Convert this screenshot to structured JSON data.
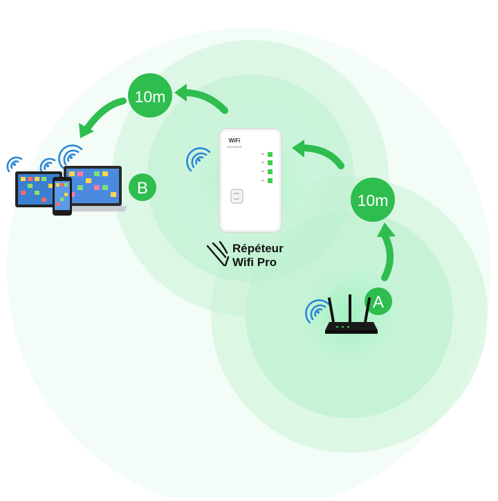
{
  "diagram": {
    "distance_top": "10m",
    "distance_right": "10m",
    "label_a": "A",
    "label_b": "B",
    "brand_line1": "Répéteur",
    "brand_line2": "Wifi Pro",
    "repeater_badge": "WiFi",
    "repeater_sub": "REPEATER"
  },
  "colors": {
    "accent": "#2ebd4e",
    "glow": "#c8f2d6",
    "wifi_icon": "#2b86d9",
    "router": "#1a1a1a",
    "led": "#3ccf4e"
  },
  "icons": [
    "wifi-icon",
    "wifi-repeater",
    "router",
    "tablet",
    "laptop",
    "smartphone",
    "brand-logo-icon",
    "curved-arrow"
  ]
}
